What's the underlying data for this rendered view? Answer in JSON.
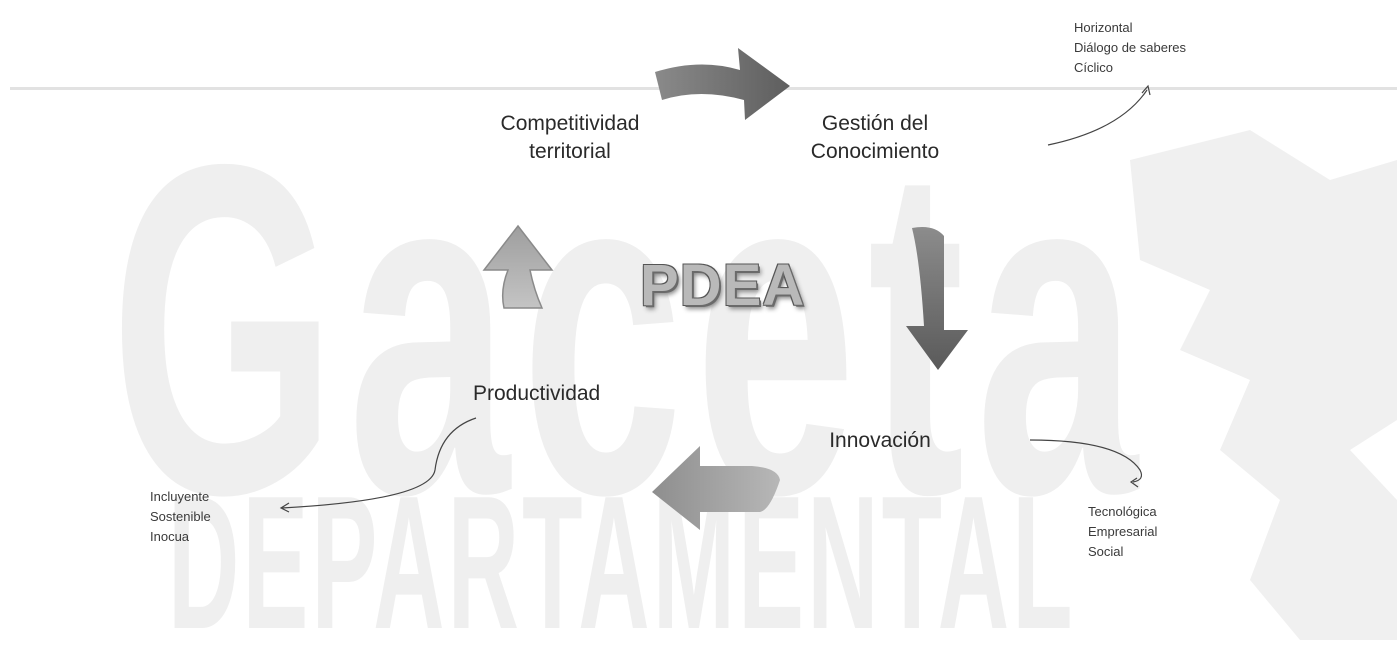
{
  "watermark": {
    "main": "Gaceta",
    "sub": "DEPARTAMENTAL"
  },
  "center": {
    "title": "PDEA"
  },
  "cycle": {
    "competitividad": [
      "Competitividad",
      "territorial"
    ],
    "gestion": [
      "Gestión del",
      "Conocimiento"
    ],
    "innovacion": "Innovación",
    "productividad": "Productividad"
  },
  "notes": {
    "gestion": [
      "Horizontal",
      "Diálogo de saberes",
      "Cíclico"
    ],
    "innovacion": [
      "Tecnológica",
      "Empresarial",
      "Social"
    ],
    "productividad": [
      "Incluyente",
      "Sostenible",
      "Inocua"
    ]
  },
  "colors": {
    "arrow_dark": "#6f6f6f",
    "arrow_light": "#9a9a9a",
    "watermark": "#efefef",
    "rule": "#e2e2e2"
  }
}
